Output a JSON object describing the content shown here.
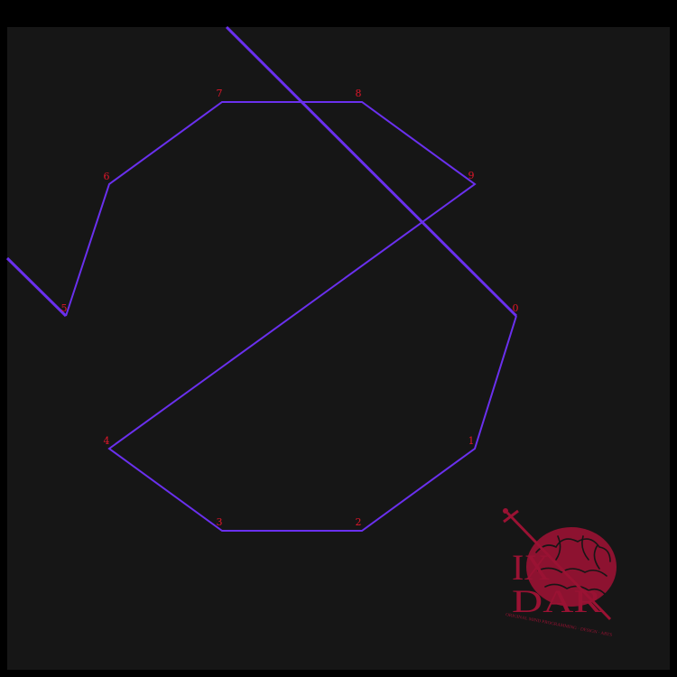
{
  "colors": {
    "page_border": "#000000",
    "canvas": "#161616",
    "polyline": "#6a30ee",
    "label": "#e0162a",
    "logo": "#9a1233"
  },
  "diagram": {
    "node_labels": [
      "0",
      "1",
      "2",
      "3",
      "4",
      "5",
      "6",
      "7",
      "8",
      "9"
    ]
  },
  "logo": {
    "line1": "IX",
    "line2": "DAR",
    "tagline": "ORIGINAL MIND PROGRAMMING · DESIGN · ARTS",
    "icons": [
      "sword-icon",
      "brain-icon"
    ]
  }
}
